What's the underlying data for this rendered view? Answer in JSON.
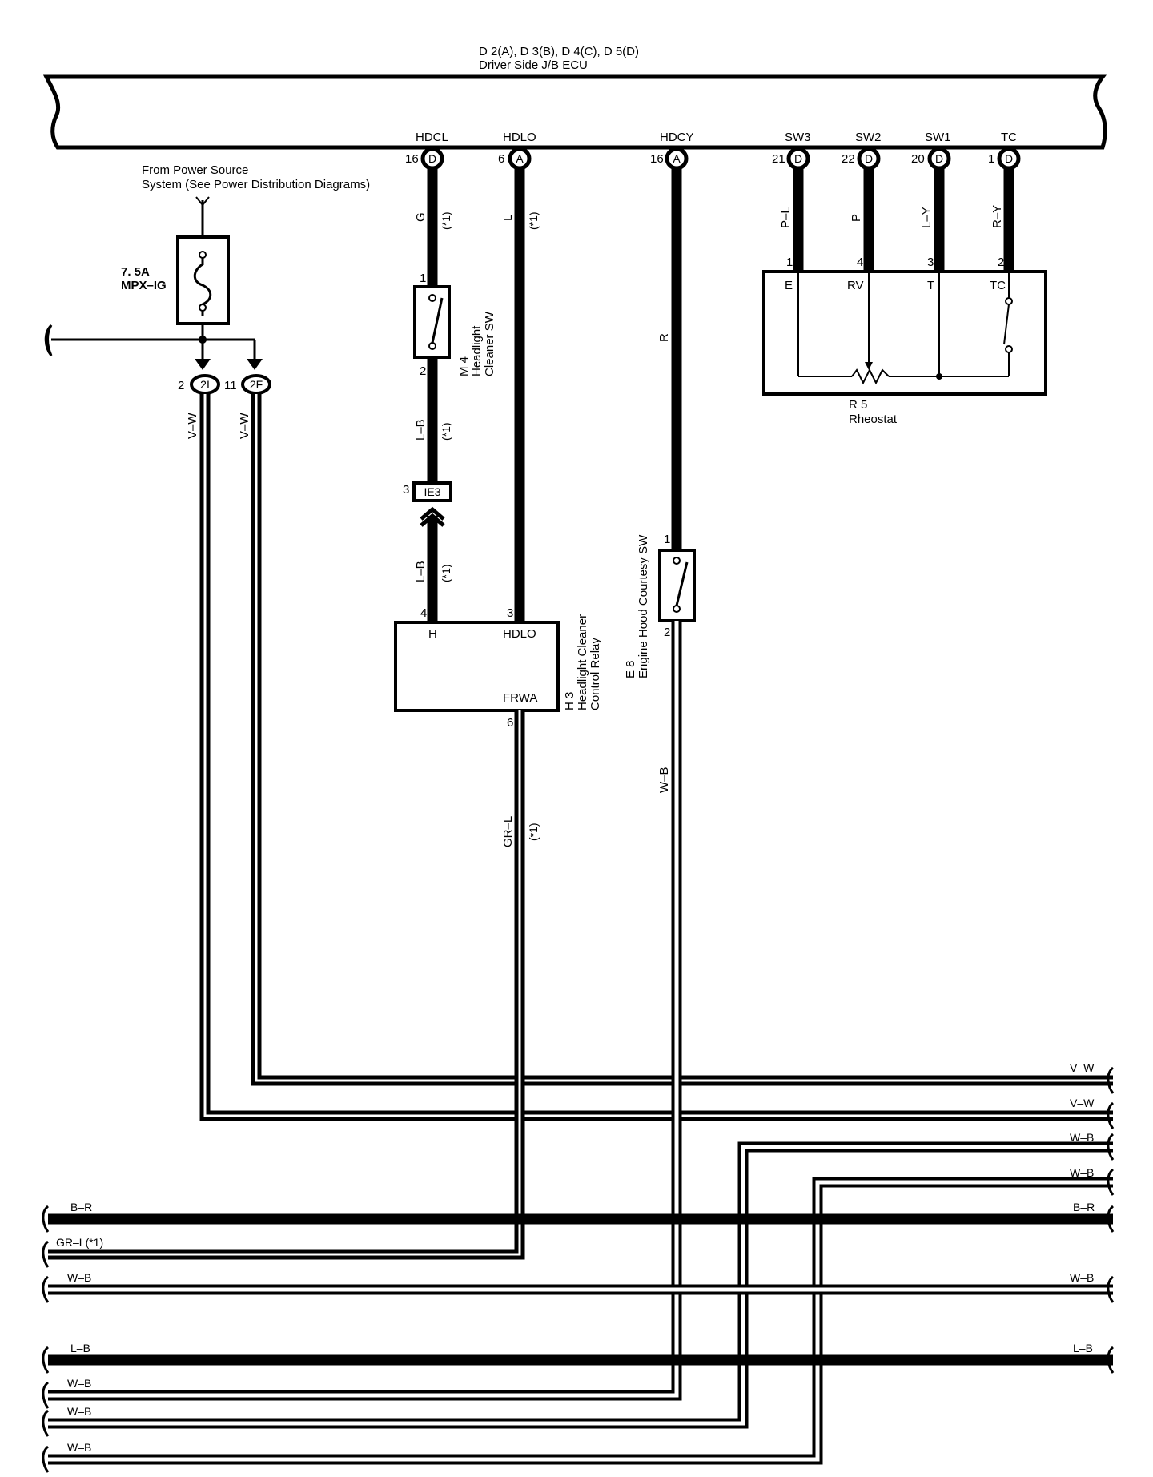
{
  "ecu": {
    "title": "D 2(A), D 3(B), D 4(C), D 5(D)",
    "subtitle": "Driver Side J/B ECU",
    "terminals": [
      {
        "name": "HDCL",
        "pin": "16",
        "conn": "D"
      },
      {
        "name": "HDLO",
        "pin": "6",
        "conn": "A"
      },
      {
        "name": "HDCY",
        "pin": "16",
        "conn": "A"
      },
      {
        "name": "SW3",
        "pin": "21",
        "conn": "D"
      },
      {
        "name": "SW2",
        "pin": "22",
        "conn": "D"
      },
      {
        "name": "SW1",
        "pin": "20",
        "conn": "D"
      },
      {
        "name": "TC",
        "pin": "1",
        "conn": "D"
      }
    ]
  },
  "power": {
    "source_line1": "From Power Source",
    "source_line2": "System (See Power Distribution Diagrams)",
    "fuse_rating": "7. 5A",
    "fuse_name": "MPX–IG",
    "conn_2i_pin": "2",
    "conn_2i": "2I",
    "conn_2f_pin": "11",
    "conn_2f": "2F"
  },
  "wire_labels": {
    "vw_left": "V–W",
    "vw_right": "V–W",
    "g": "G",
    "g_note": "(*1)",
    "l": "L",
    "l_note": "(*1)",
    "lb_upper": "L–B",
    "lb_upper_note": "(*1)",
    "lb_lower": "L–B",
    "lb_lower_note": "(*1)",
    "r": "R",
    "wb_vert": "W–B",
    "grl": "GR–L",
    "grl_note": "(*1)",
    "pl": "P–L",
    "p": "P",
    "ly": "L–Y",
    "ry": "R–Y"
  },
  "headlight_sw": {
    "ref": "M 4",
    "name1": "Headlight",
    "name2": "Cleaner SW",
    "pin_top": "1",
    "pin_bottom": "2"
  },
  "ie3": {
    "pin": "3",
    "label": "IE3"
  },
  "relay": {
    "ref": "H 3",
    "name1": "Headlight Cleaner",
    "name2": "Control Relay",
    "term_h": "H",
    "term_hdlo": "HDLO",
    "term_frwa": "FRWA",
    "pin_h": "4",
    "pin_hdlo": "3",
    "pin_frwa": "6"
  },
  "hood_sw": {
    "ref": "E 8",
    "name": "Engine Hood Courtesy SW",
    "pin_top": "1",
    "pin_bottom": "2"
  },
  "rheostat": {
    "ref": "R 5",
    "name": "Rheostat",
    "terms": [
      "E",
      "RV",
      "T",
      "TC"
    ],
    "pins": [
      "1",
      "4",
      "3",
      "2"
    ]
  },
  "bus_labels": {
    "right_vw1": "V–W",
    "right_vw2": "V–W",
    "right_wb1": "W–B",
    "right_wb2": "W–B",
    "right_br": "B–R",
    "right_wb3": "W–B",
    "right_lb": "L–B",
    "left_br": "B–R",
    "left_grl": "GR–L(*1)",
    "left_wb1": "W–B",
    "left_lb": "L–B",
    "left_wb2": "W–B",
    "left_wb3": "W–B",
    "left_wb4": "W–B"
  }
}
